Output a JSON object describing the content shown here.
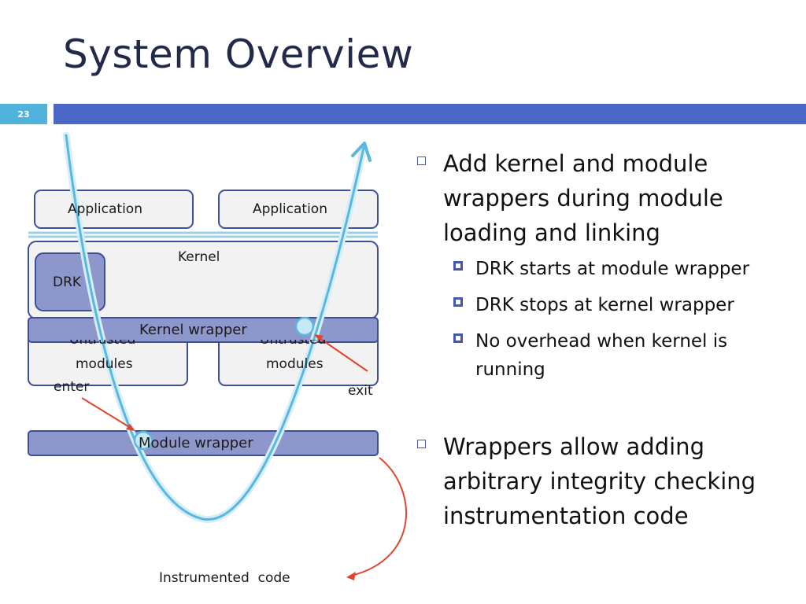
{
  "slide": {
    "title": "System Overview",
    "number": "23"
  },
  "diagram": {
    "app_left": "Application",
    "app_right": "Application",
    "kernel": "Kernel",
    "drk": "DRK",
    "kernel_wrapper": "Kernel wrapper",
    "untrusted_left_1": "Untrusted",
    "untrusted_left_2": "modules",
    "untrusted_right_1": "Untrusted",
    "untrusted_right_2": "modules",
    "enter": "enter",
    "exit": "exit",
    "module_wrapper": "Module wrapper",
    "instrumented_code": "Instrumented  code"
  },
  "bullets": [
    {
      "text": "Add kernel and module wrappers during module loading and linking",
      "sub": [
        "DRK starts at module wrapper",
        "DRK stops at kernel wrapper",
        "No overhead when kernel is running"
      ]
    },
    {
      "text": "Wrappers allow adding arbitrary integrity checking instrumentation code",
      "sub": []
    }
  ],
  "colors": {
    "title": "#222a4a",
    "accent_bar": "#4c68c6",
    "slide_number_bg": "#4fb3dc",
    "box_fill": "#f2f2f2",
    "box_stroke": "#3c4f9c",
    "wrapper_fill": "#8e97cc",
    "curve": "#5ab8e0",
    "arrow_red": "#e0452a"
  }
}
